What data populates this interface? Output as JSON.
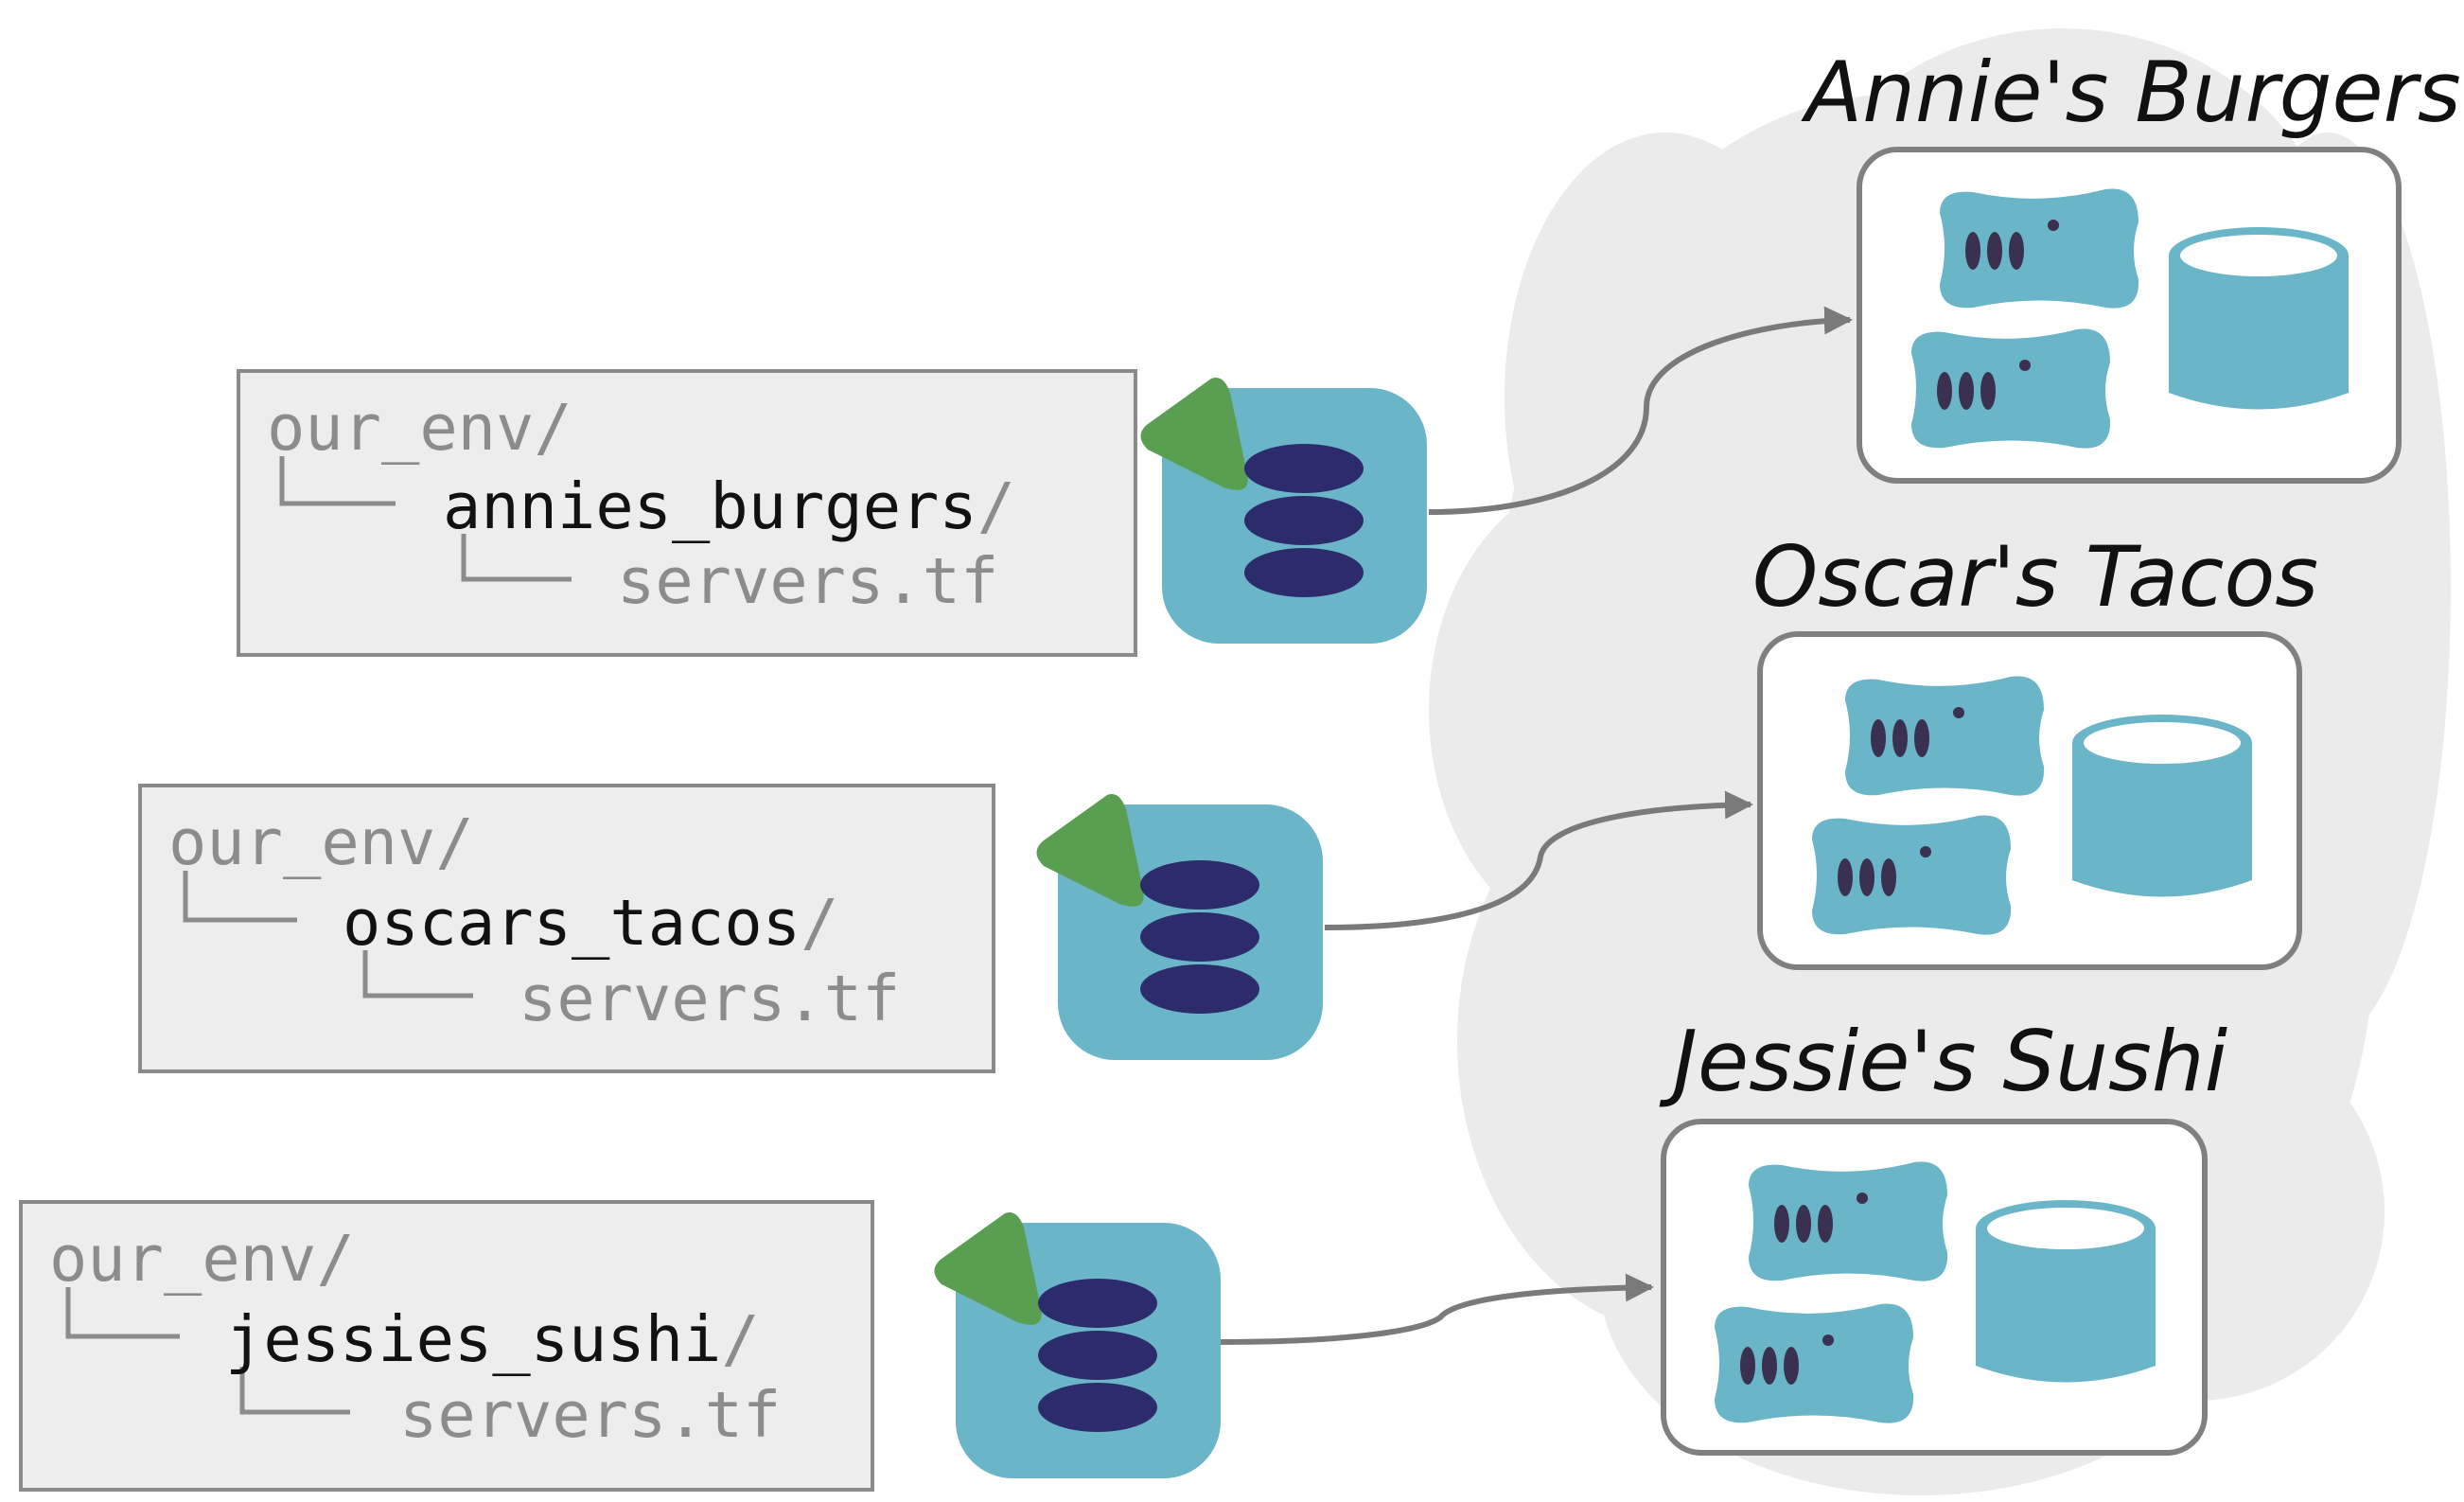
{
  "colors": {
    "cloud": "#ebebeb",
    "box_fill": "#ededed",
    "box_stroke": "#8a8a8a",
    "tree_gray": "#8c8c8c",
    "folder_black": "#111111",
    "connector_gray": "#7a7a7a",
    "terraform_teal": "#6ab5c8",
    "terraform_navy": "#2c2c6c",
    "terraform_green": "#5a9e52",
    "server_teal": "#6ab5c8",
    "server_dots": "#3a3150",
    "db_top": "#ffffff"
  },
  "icons": {
    "module": "terraform-module-icon",
    "server": "server-icon",
    "database": "database-icon",
    "cloud": "cloud-shape"
  },
  "environments": [
    {
      "root": "our_env/",
      "folder": "annies_burgers",
      "slash": "/",
      "file": "servers.tf",
      "title": "Annie's Burgers"
    },
    {
      "root": "our_env/",
      "folder": "oscars_tacos",
      "slash": "/",
      "file": "servers.tf",
      "title": "Oscar's Tacos"
    },
    {
      "root": "our_env/",
      "folder": "jessies_sushi",
      "slash": "/",
      "file": "servers.tf",
      "title": "Jessie's Sushi"
    }
  ]
}
